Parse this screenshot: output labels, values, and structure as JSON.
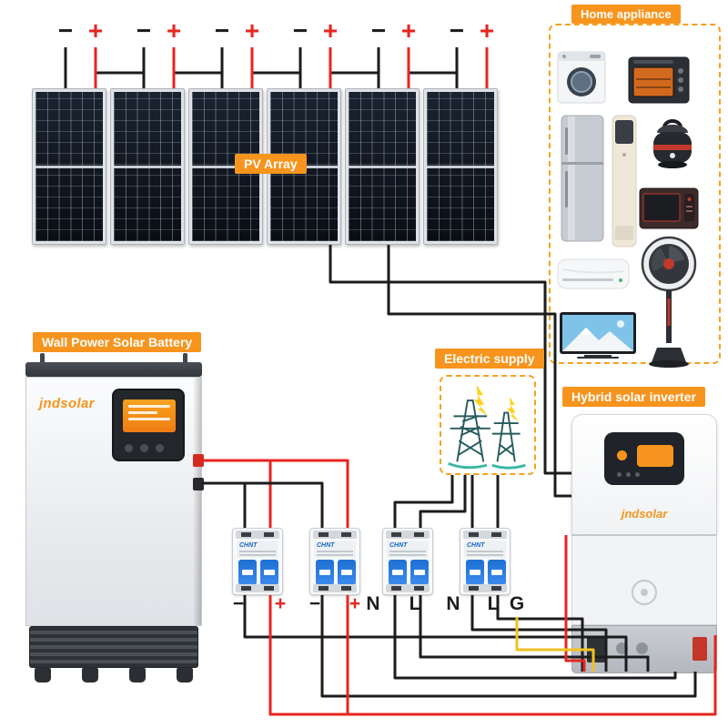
{
  "diagram": {
    "pv_label": "PV Array",
    "home_appliance_label": "Home appliance",
    "battery_label": "Wall Power Solar Battery",
    "electric_supply_label": "Electric supply",
    "inverter_label": "Hybrid solar inverter"
  },
  "pv": {
    "panel_count": 6,
    "terminals": [
      {
        "neg": "−",
        "pos": "+"
      },
      {
        "neg": "−",
        "pos": "+"
      },
      {
        "neg": "−",
        "pos": "+"
      },
      {
        "neg": "−",
        "pos": "+"
      },
      {
        "neg": "−",
        "pos": "+"
      },
      {
        "neg": "−",
        "pos": "+"
      }
    ]
  },
  "breakers": {
    "brand": "CHNT",
    "labels": [
      "−",
      "+",
      "−",
      "+",
      "N",
      "L",
      "N",
      "L",
      "G"
    ]
  },
  "battery": {
    "brand": "jndsolar"
  },
  "inverter": {
    "brand": "jndsolar"
  },
  "appliances": {
    "items": [
      "washing machine",
      "oven",
      "refrigerator",
      "floor air conditioner",
      "rice cooker",
      "microwave",
      "wall air conditioner",
      "pedestal fan",
      "television"
    ]
  },
  "colors": {
    "accent": "#f7941e",
    "wire_red": "#e8251f",
    "wire_black": "#1c1c1e",
    "wire_yellow": "#f2c220"
  }
}
